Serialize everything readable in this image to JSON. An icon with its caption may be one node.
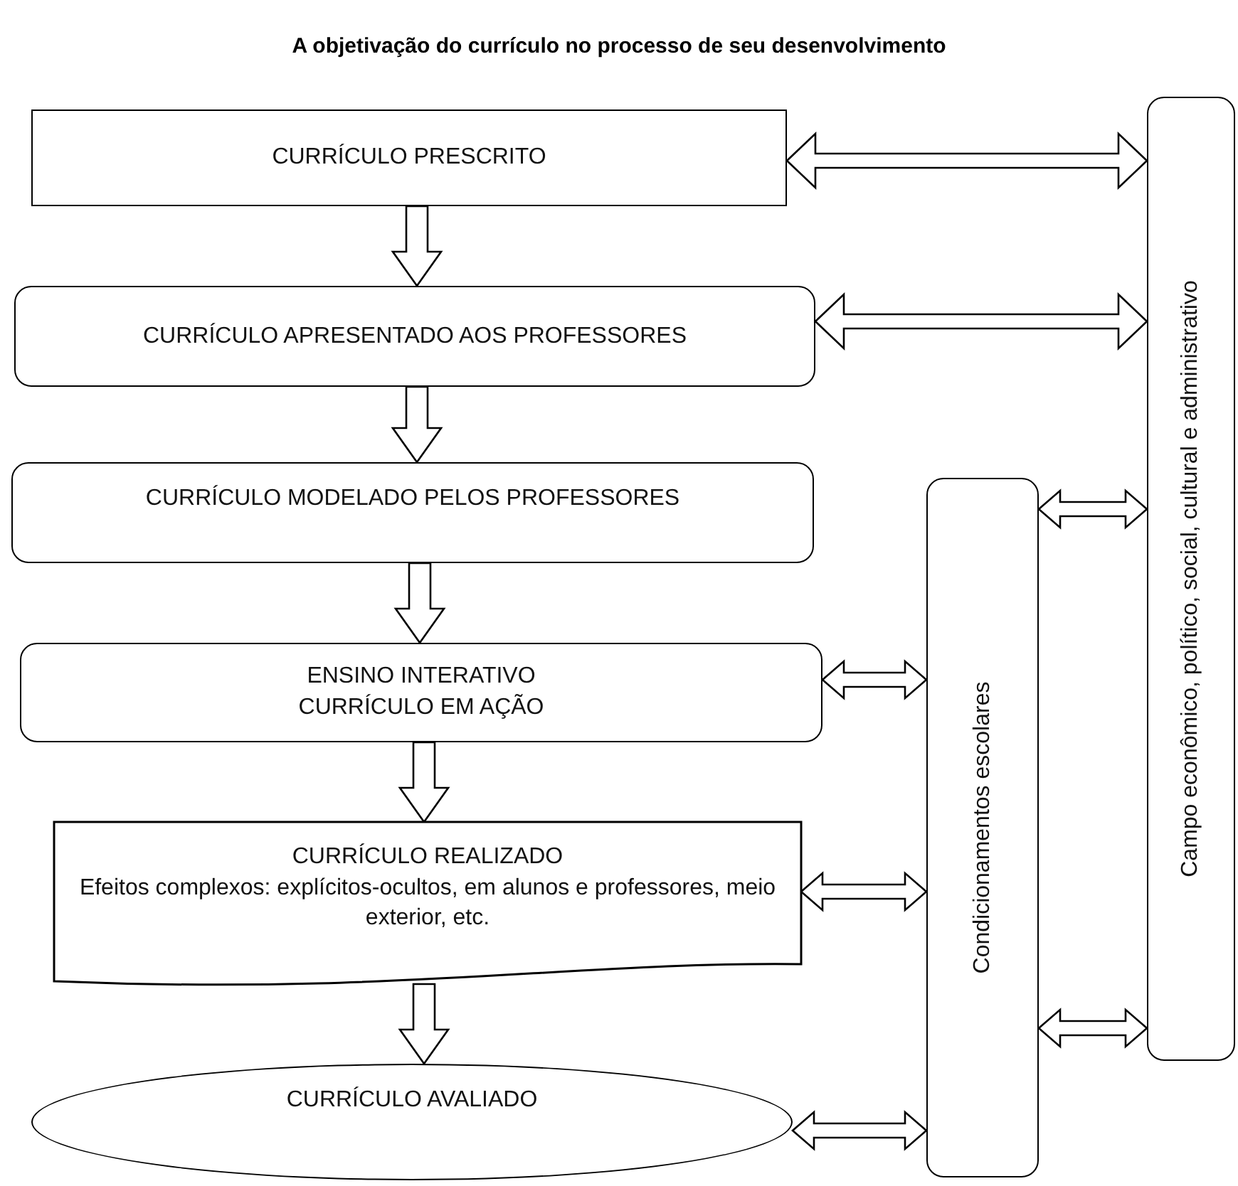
{
  "diagram": {
    "title": "A objetivação do currículo no processo de seu desenvolvimento",
    "nodes": [
      {
        "text": [
          "CURRÍCULO PRESCRITO"
        ]
      },
      {
        "text": [
          "CURRÍCULO APRESENTADO AOS PROFESSORES"
        ]
      },
      {
        "text": [
          "CURRÍCULO MODELADO PELOS PROFESSORES"
        ]
      },
      {
        "text": [
          "ENSINO INTERATIVO",
          "CURRÍCULO EM AÇÃO"
        ]
      },
      {
        "text": [
          "CURRÍCULO REALIZADO",
          "Efeitos complexos: explícitos-ocultos, em alunos e professores, meio exterior, etc."
        ]
      },
      {
        "text": [
          "CURRÍCULO AVALIADO"
        ]
      },
      {
        "text": [
          "Condicionamentos escolares"
        ]
      },
      {
        "text": [
          "Campo econômico, político, social, cultural e administrativo"
        ]
      }
    ],
    "edges": [
      {
        "from": 0,
        "to": 1,
        "arrow": "to"
      },
      {
        "from": 1,
        "to": 2,
        "arrow": "to"
      },
      {
        "from": 2,
        "to": 3,
        "arrow": "to"
      },
      {
        "from": 3,
        "to": 4,
        "arrow": "to"
      },
      {
        "from": 4,
        "to": 5,
        "arrow": "to"
      },
      {
        "from": 0,
        "to": 7,
        "arrow": "both"
      },
      {
        "from": 1,
        "to": 7,
        "arrow": "both"
      },
      {
        "from": 6,
        "to": 7,
        "arrow": "both"
      },
      {
        "from": 6,
        "to": 7,
        "arrow": "both"
      },
      {
        "from": 3,
        "to": 6,
        "arrow": "both"
      },
      {
        "from": 4,
        "to": 6,
        "arrow": "both"
      },
      {
        "from": 5,
        "to": 6,
        "arrow": "both"
      }
    ]
  }
}
